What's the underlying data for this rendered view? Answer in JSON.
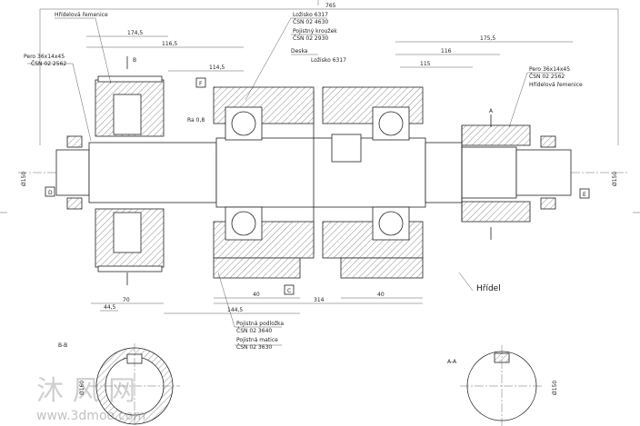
{
  "dimensions": {
    "overall": "765",
    "left_part": "174,5",
    "left_hub": "116,5",
    "right_part": "175,5",
    "right_a": "116",
    "right_b": "115",
    "left_small": "114,5",
    "center": "314",
    "housing_left": "40",
    "housing_right": "40",
    "bottom_left": "70",
    "bottom_mid": "144,5",
    "bottom_small": "44,5",
    "shaft_left": "Ø150",
    "shaft_right": "Ø150",
    "section_bb": "Ø160",
    "section_aa": "Ø150"
  },
  "labels": {
    "pero_left": "Pero 36x14x45",
    "pero_left_std": "ČSN 02 2562",
    "hridel_remenice": "Hřídelová řemenice",
    "loziska_top": "Ložisko 6317",
    "loziska_top_std": "ČSN 02 4630",
    "krouzek": "Pojistný kroužek",
    "krouzek_std": "ČSN 02 2930",
    "deska": "Deska",
    "lozisko_mid": "Ložisko 6317",
    "pero_right": "Pero 36x14x45",
    "pero_right_std": "ČSN 02 2562",
    "hridel_remenice_r": "Hřídelová řemenice",
    "podlozka": "Pojistná podložka",
    "podlozka_std": "ČSN 02 3640",
    "matice": "Pojistná matice",
    "matice_std": "ČSN 02 3630",
    "hridel": "Hřídel",
    "section_b": "B",
    "section_bb": "B-B",
    "section_a": "A",
    "section_aa": "A-A",
    "datum_c": "C",
    "datum_f": "F",
    "datum_e": "E",
    "datum_d": "D",
    "roughness": "Ra 0,8"
  },
  "watermark": {
    "cn": "沐 风 网",
    "url": "www.3dmoo.com"
  }
}
